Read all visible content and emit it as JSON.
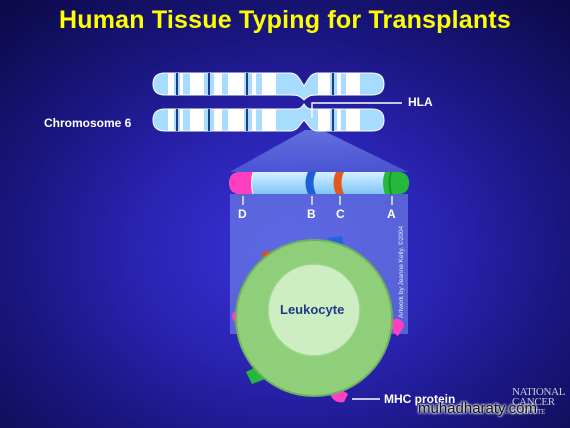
{
  "title": "Human Tissue Typing for Transplants",
  "labels": {
    "chromosome": "Chromosome 6",
    "hla": "HLA",
    "gene_d": "D",
    "gene_b": "B",
    "gene_c": "C",
    "gene_a": "A",
    "cell": "Leukocyte",
    "protein": "MHC protein"
  },
  "credit": "Artwork by Jeanne Kelly. ©2004",
  "logo": {
    "line1": "NATIONAL",
    "line2": "CANCER",
    "line3": "INSTITUTE"
  },
  "watermark": "muhadharaty.com",
  "colors": {
    "title": "#ffff00",
    "chromosome": "#a8dcff",
    "band": "#ffffff",
    "cell_outer": "#8fcf7a",
    "cell_inner": "#cdeec2",
    "gene_d": "#ff3fbf",
    "gene_b": "#1e5fd8",
    "gene_c": "#e05a20",
    "gene_a": "#25b83a"
  }
}
